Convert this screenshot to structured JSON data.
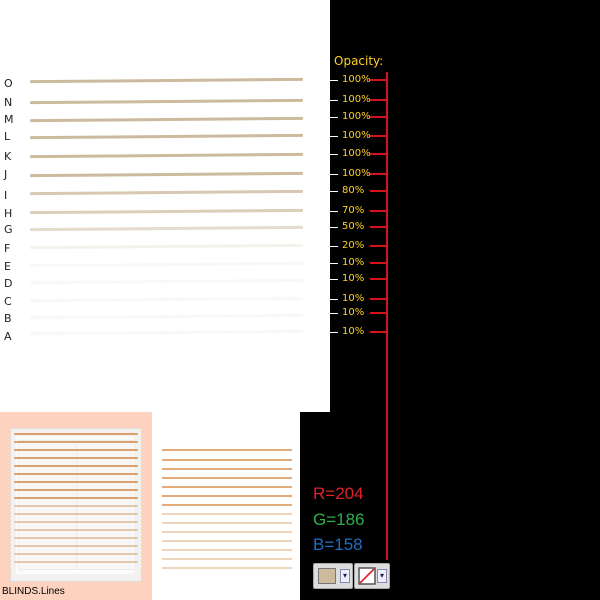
{
  "opacity_label": "Opacity:",
  "rows": [
    {
      "letter": "O",
      "opacity": "100%"
    },
    {
      "letter": "N",
      "opacity": "100%"
    },
    {
      "letter": "M",
      "opacity": "100%"
    },
    {
      "letter": "L",
      "opacity": "100%"
    },
    {
      "letter": "K",
      "opacity": "100%"
    },
    {
      "letter": "J",
      "opacity": "100%"
    },
    {
      "letter": "I",
      "opacity": "80%"
    },
    {
      "letter": "H",
      "opacity": "70%"
    },
    {
      "letter": "G",
      "opacity": "50%"
    },
    {
      "letter": "F",
      "opacity": "20%"
    },
    {
      "letter": "E",
      "opacity": "10%"
    },
    {
      "letter": "D",
      "opacity": "10%"
    },
    {
      "letter": "C",
      "opacity": "10%"
    },
    {
      "letter": "B",
      "opacity": "10%"
    },
    {
      "letter": "A",
      "opacity": "10%"
    }
  ],
  "color": {
    "r_label": "R=204",
    "g_label": "G=186",
    "b_label": "B=158",
    "r_color": "#e0202a",
    "g_color": "#2bb04a",
    "b_color": "#1e6fc4",
    "line_color": "#ccba9e"
  },
  "preview": {
    "label": "BLINDS.Lines"
  },
  "swatches": {
    "fill_icon": "fill-color-swatch",
    "stroke_icon": "no-stroke-swatch"
  }
}
